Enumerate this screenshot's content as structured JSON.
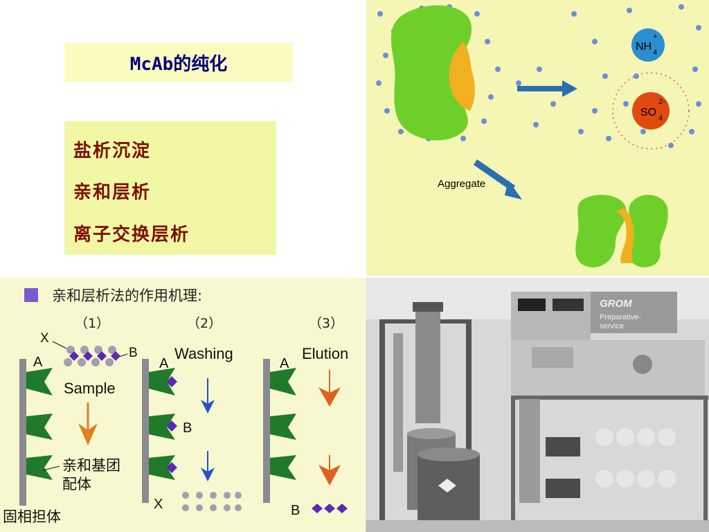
{
  "title": "McAb的纯化",
  "methods": [
    "盐析沉淀",
    "亲和层析",
    "离子交换层析"
  ],
  "salting_out": {
    "ion_1": "NH",
    "ion_1_sub": "4",
    "ion_1_sup": "+",
    "ion_2": "SO",
    "ion_2_sub": "4",
    "ion_2_sup": "2-",
    "aggregate_label": "Aggregate",
    "colors": {
      "background": "#f6f6b4",
      "protein": "#6fcf2a",
      "pocket": "#f0b020",
      "ammonium": "#2a8fd0",
      "sulfate": "#e04a10",
      "arrow": "#2a6fb0"
    }
  },
  "affinity": {
    "heading": "亲和层析法的作用机理:",
    "steps": [
      "（1）",
      "（2）",
      "（3）"
    ],
    "label_x": "X",
    "label_b": "B",
    "label_a": "A",
    "sample": "Sample",
    "washing": "Washing",
    "elution": "Elution",
    "ligand_1": "亲和基团",
    "ligand_2": "配体",
    "support": "固相担体",
    "colors": {
      "background": "#f8f8d0",
      "ligand": "#1f7a2a",
      "target": "#5a2ab0",
      "impurity": "#a0a0b0",
      "arrow_sample": "#e08020",
      "arrow_wash": "#2050d0",
      "arrow_elute": "#e06020"
    }
  },
  "instrument": {
    "brand": "GROM",
    "brand_line_1": "Preparative-",
    "brand_line_2": "service"
  }
}
